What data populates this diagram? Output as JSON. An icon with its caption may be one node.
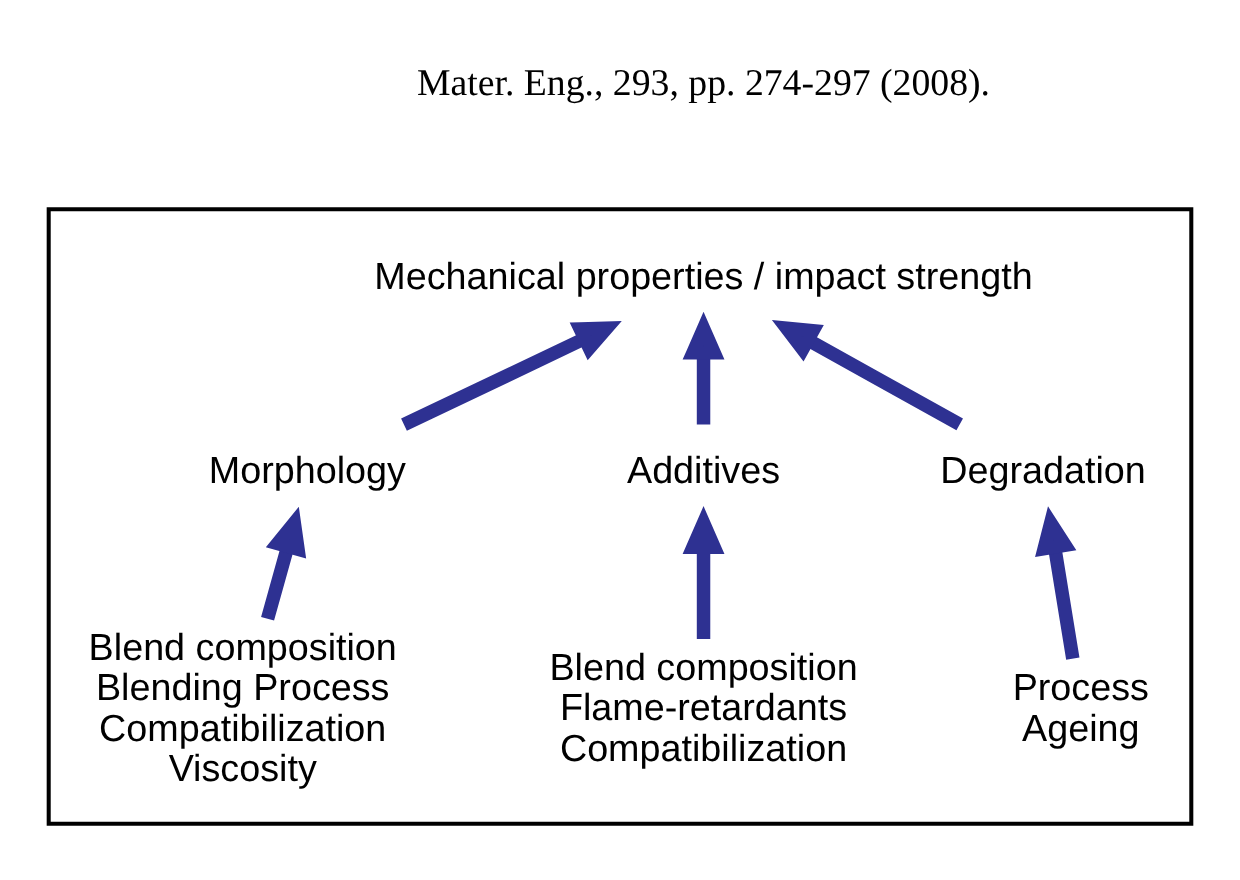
{
  "diagram": {
    "nodes": [
      {
        "text": [],
        "shape": "box"
      },
      {
        "text": [
          "Mechanical properties / impact strength"
        ],
        "in": 0
      },
      {
        "text": [
          "Morphology"
        ],
        "in": 0
      },
      {
        "text": [
          "Additives"
        ],
        "in": 0
      },
      {
        "text": [
          "Degradation"
        ],
        "in": 0
      },
      {
        "text": [
          "Blend composition",
          "Blending Process",
          "Compatibilization",
          "Viscosity"
        ],
        "in": 0
      },
      {
        "text": [
          "Blend composition",
          "Flame-retardants",
          "Compatibilization"
        ],
        "in": 0
      },
      {
        "text": [
          "Process",
          "Ageing"
        ],
        "in": 0
      }
    ],
    "edges": [
      {
        "from": 2,
        "to": 1,
        "arrow": "to"
      },
      {
        "from": 3,
        "to": 1,
        "arrow": "to"
      },
      {
        "from": 4,
        "to": 1,
        "arrow": "to"
      },
      {
        "from": 5,
        "to": 2,
        "arrow": "to"
      },
      {
        "from": 6,
        "to": 3,
        "arrow": "to"
      },
      {
        "from": 7,
        "to": 4,
        "arrow": "to"
      }
    ],
    "labels": [
      "Mater. Eng., 293, pp. 274-297 (2008)."
    ]
  }
}
